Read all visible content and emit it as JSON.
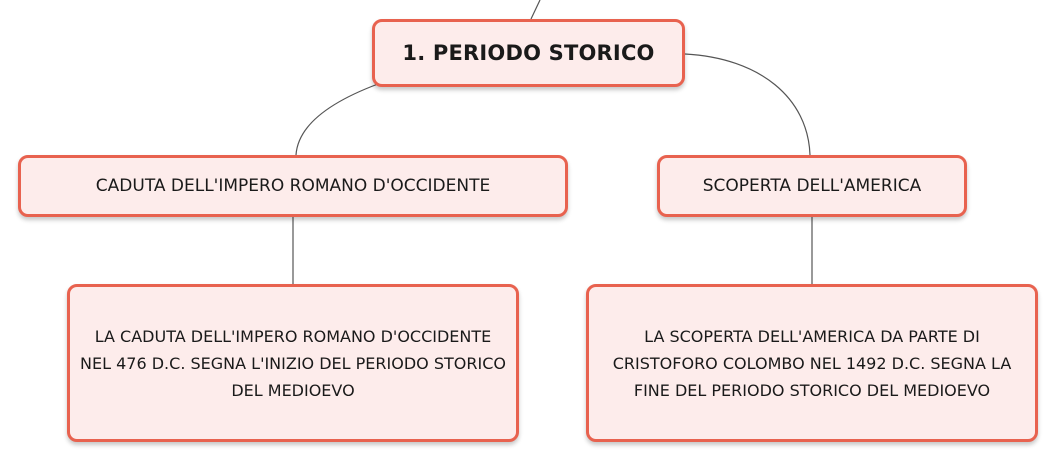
{
  "diagram": {
    "root": {
      "label": "1. PERIODO STORICO"
    },
    "branches": [
      {
        "topic": "CADUTA DELL'IMPERO ROMANO D'OCCIDENTE",
        "detail_lines": [
          "LA CADUTA DELL'IMPERO ROMANO D'OCCIDENTE",
          "NEL 476 D.C. SEGNA L'INIZIO DEL PERIODO STORICO",
          "DEL MEDIOEVO"
        ]
      },
      {
        "topic": "SCOPERTA DELL'AMERICA",
        "detail_lines": [
          "LA SCOPERTA DELL'AMERICA DA PARTE DI",
          "CRISTOFORO COLOMBO NEL 1492 D.C. SEGNA LA",
          "FINE DEL PERIODO STORICO DEL MEDIOEVO"
        ]
      }
    ],
    "colors": {
      "node_fill": "#fdeceb",
      "node_border": "#e8624f",
      "connector": "#555555",
      "text": "#1a1a1a"
    }
  }
}
